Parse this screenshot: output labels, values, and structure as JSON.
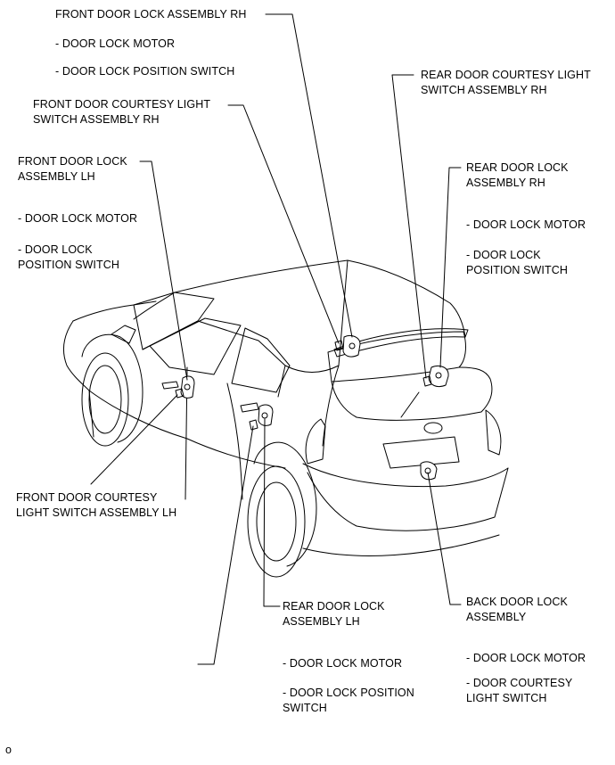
{
  "labels": {
    "front_rh_title": "FRONT DOOR LOCK ASSEMBLY RH",
    "front_rh_motor": "- DOOR LOCK MOTOR",
    "front_rh_switch": "- DOOR LOCK POSITION SWITCH",
    "front_courtesy_rh": "FRONT DOOR COURTESY LIGHT\nSWITCH ASSEMBLY RH",
    "rear_courtesy_rh": "REAR DOOR COURTESY LIGHT\nSWITCH ASSEMBLY RH",
    "front_lh_title": "FRONT DOOR LOCK\nASSEMBLY LH",
    "front_lh_motor": "- DOOR LOCK MOTOR",
    "front_lh_switch": "- DOOR LOCK\nPOSITION SWITCH",
    "rear_rh_title": "REAR DOOR LOCK\nASSEMBLY RH",
    "rear_rh_motor": "- DOOR LOCK MOTOR",
    "rear_rh_switch": "- DOOR LOCK\nPOSITION SWITCH",
    "front_courtesy_lh": "FRONT DOOR COURTESY\nLIGHT SWITCH ASSEMBLY LH",
    "rear_lh_title": "REAR DOOR LOCK\nASSEMBLY LH",
    "rear_lh_motor": "- DOOR LOCK MOTOR",
    "rear_lh_switch": "- DOOR LOCK POSITION\nSWITCH",
    "back_door_title": "BACK DOOR LOCK\nASSEMBLY",
    "back_door_motor": "- DOOR LOCK MOTOR",
    "back_door_switch": "- DOOR COURTESY\nLIGHT SWITCH",
    "corner_mark": "o"
  },
  "colors": {
    "line": "#000000",
    "background": "#ffffff"
  }
}
